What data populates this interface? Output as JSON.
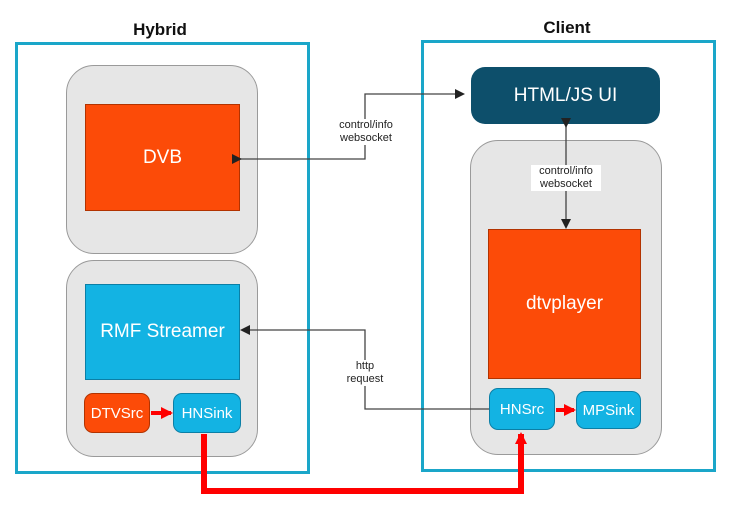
{
  "hybrid": {
    "title": "Hybrid",
    "dvb": "DVB",
    "rmf_streamer": "RMF Streamer",
    "dtvsrc": "DTVSrc",
    "hnsink": "HNSink"
  },
  "client": {
    "title": "Client",
    "html_ui": "HTML/JS UI",
    "dtvplayer": "dtvplayer",
    "hnsrc": "HNSrc",
    "mpsink": "MPSink"
  },
  "labels": {
    "control_top_1": "control/info",
    "control_top_2": "websocket",
    "control_client_1": "control/info",
    "control_client_2": "websocket",
    "http_1": "http",
    "http_2": "request"
  },
  "colors": {
    "frame": "#1aa6c9",
    "orange": "#fc4b08",
    "blue": "#13b3e3",
    "dark_blue": "#0d4f6b",
    "red_connector": "#ff0000"
  }
}
